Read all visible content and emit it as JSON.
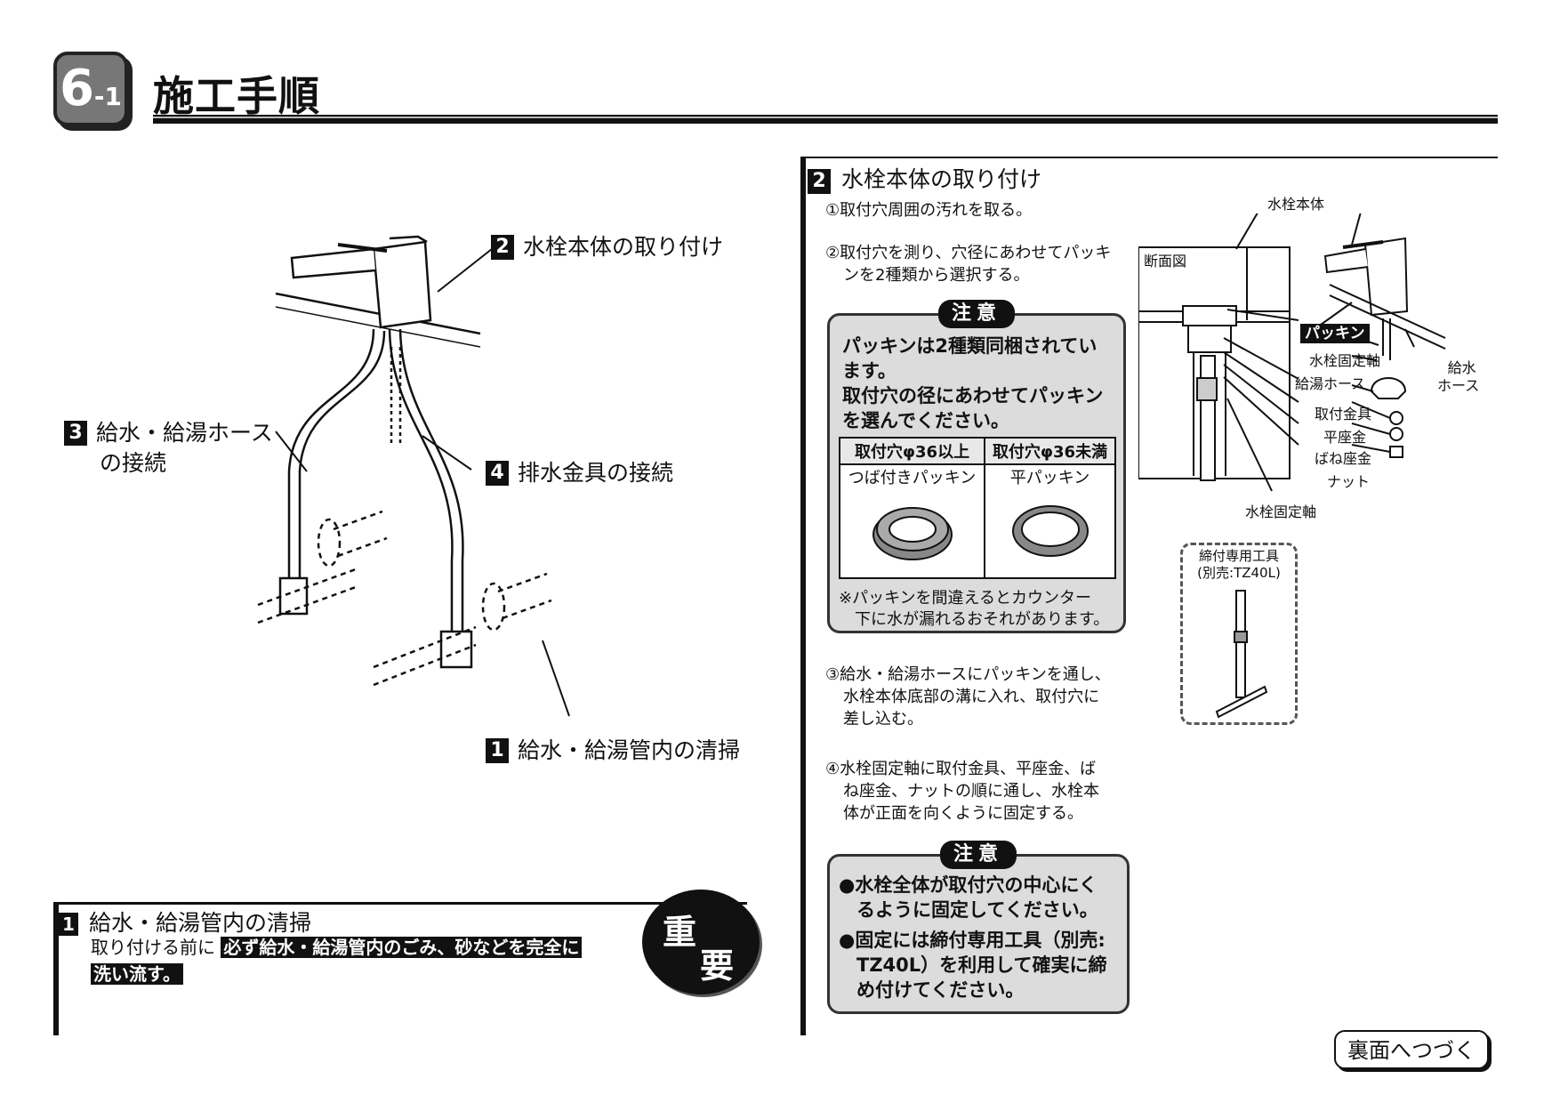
{
  "header": {
    "section_big": "6",
    "section_small": "-1",
    "title": "施工手順"
  },
  "left": {
    "callout_2": {
      "num": "2",
      "text": "水栓本体の取り付け"
    },
    "callout_3": {
      "num": "3",
      "line1": "給水・給湯ホース",
      "line2": "の接続"
    },
    "callout_4": {
      "num": "4",
      "text": "排水金具の接続"
    },
    "callout_1": {
      "num": "1",
      "text": "給水・給湯管内の清掃"
    }
  },
  "section1": {
    "num": "1",
    "title": "給水・給湯管内の清掃",
    "body_prefix": "取り付ける前に",
    "body_highlight1": "必ず給水・給湯管内のごみ、砂などを完全に",
    "body_highlight2": "洗い流す。",
    "badge_char1": "重",
    "badge_char2": "要"
  },
  "section2": {
    "num": "2",
    "title": "水栓本体の取り付け",
    "step1": "①取付穴周囲の汚れを取る。",
    "step2_l1": "②取付穴を測り、穴径にあわせてパッキ",
    "step2_l2": "ンを2種類から選択する。",
    "caution1": {
      "tag": "注意",
      "l1": "パッキンは2種類同梱されてい",
      "l2": "ます。",
      "l3": "取付穴の径にあわせてパッキン",
      "l4": "を選んでください。",
      "col1_head": "取付穴φ36以上",
      "col2_head": "取付穴φ36未満",
      "col1_name": "つば付きパッキン",
      "col2_name": "平パッキン",
      "note_l1": "※パッキンを間違えるとカウンター",
      "note_l2": "下に水が漏れるおそれがあります。"
    },
    "step3_l1": "③給水・給湯ホースにパッキンを通し、",
    "step3_l2": "水栓本体底部の溝に入れ、取付穴に",
    "step3_l3": "差し込む。",
    "step4_l1": "④水栓固定軸に取付金具、平座金、ば",
    "step4_l2": "ね座金、ナットの順に通し、水栓本",
    "step4_l3": "体が正面を向くように固定する。",
    "caution2": {
      "tag": "注意",
      "l1": "●水栓全体が取付穴の中心にく",
      "l2": "るように固定してください。",
      "l3": "●固定には締付専用工具（別売:",
      "l4": "TZ40L）を利用して確実に締",
      "l5": "め付けてください。"
    },
    "diagram": {
      "body": "水栓本体",
      "section_view": "断面図",
      "packing": "パッキン",
      "shaft": "水栓固定軸",
      "hot_hose": "給湯ホース",
      "water_hose_l1": "給水",
      "water_hose_l2": "ホース",
      "bracket": "取付金具",
      "flat_washer": "平座金",
      "spring_washer": "ばね座金",
      "nut": "ナット",
      "shaft_bottom": "水栓固定軸"
    },
    "tool": {
      "l1": "締付専用工具",
      "l2": "(別売:TZ40L)"
    }
  },
  "footer": {
    "continue": "裏面へつづく"
  }
}
